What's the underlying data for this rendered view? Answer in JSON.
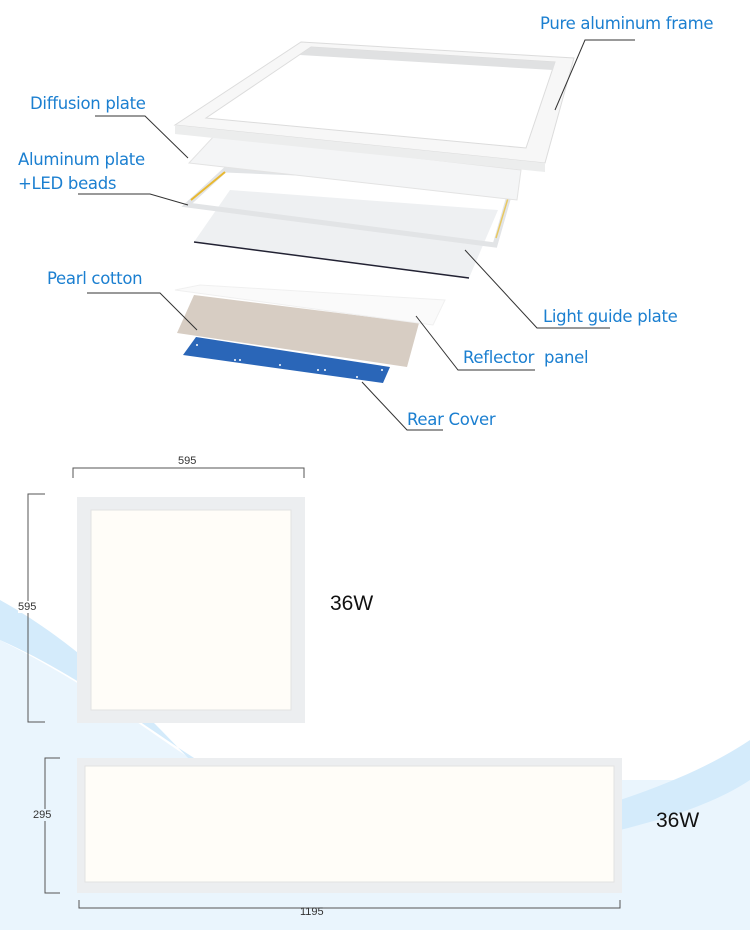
{
  "exploded_view": {
    "labels": {
      "frame": "Pure aluminum frame",
      "diffusion": "Diffusion plate",
      "aluminum_line1": "Aluminum plate",
      "aluminum_line2": "+LED beads",
      "pearl": "Pearl cotton",
      "light_guide": "Light guide plate",
      "reflector": "Reflector  panel",
      "rear": "Rear Cover"
    },
    "label_color": "#1b7fd0"
  },
  "square_panel": {
    "width_mm": "595",
    "height_mm": "595",
    "power": "36W"
  },
  "rect_panel": {
    "width_mm": "1195",
    "height_mm": "295",
    "power": "36W"
  }
}
